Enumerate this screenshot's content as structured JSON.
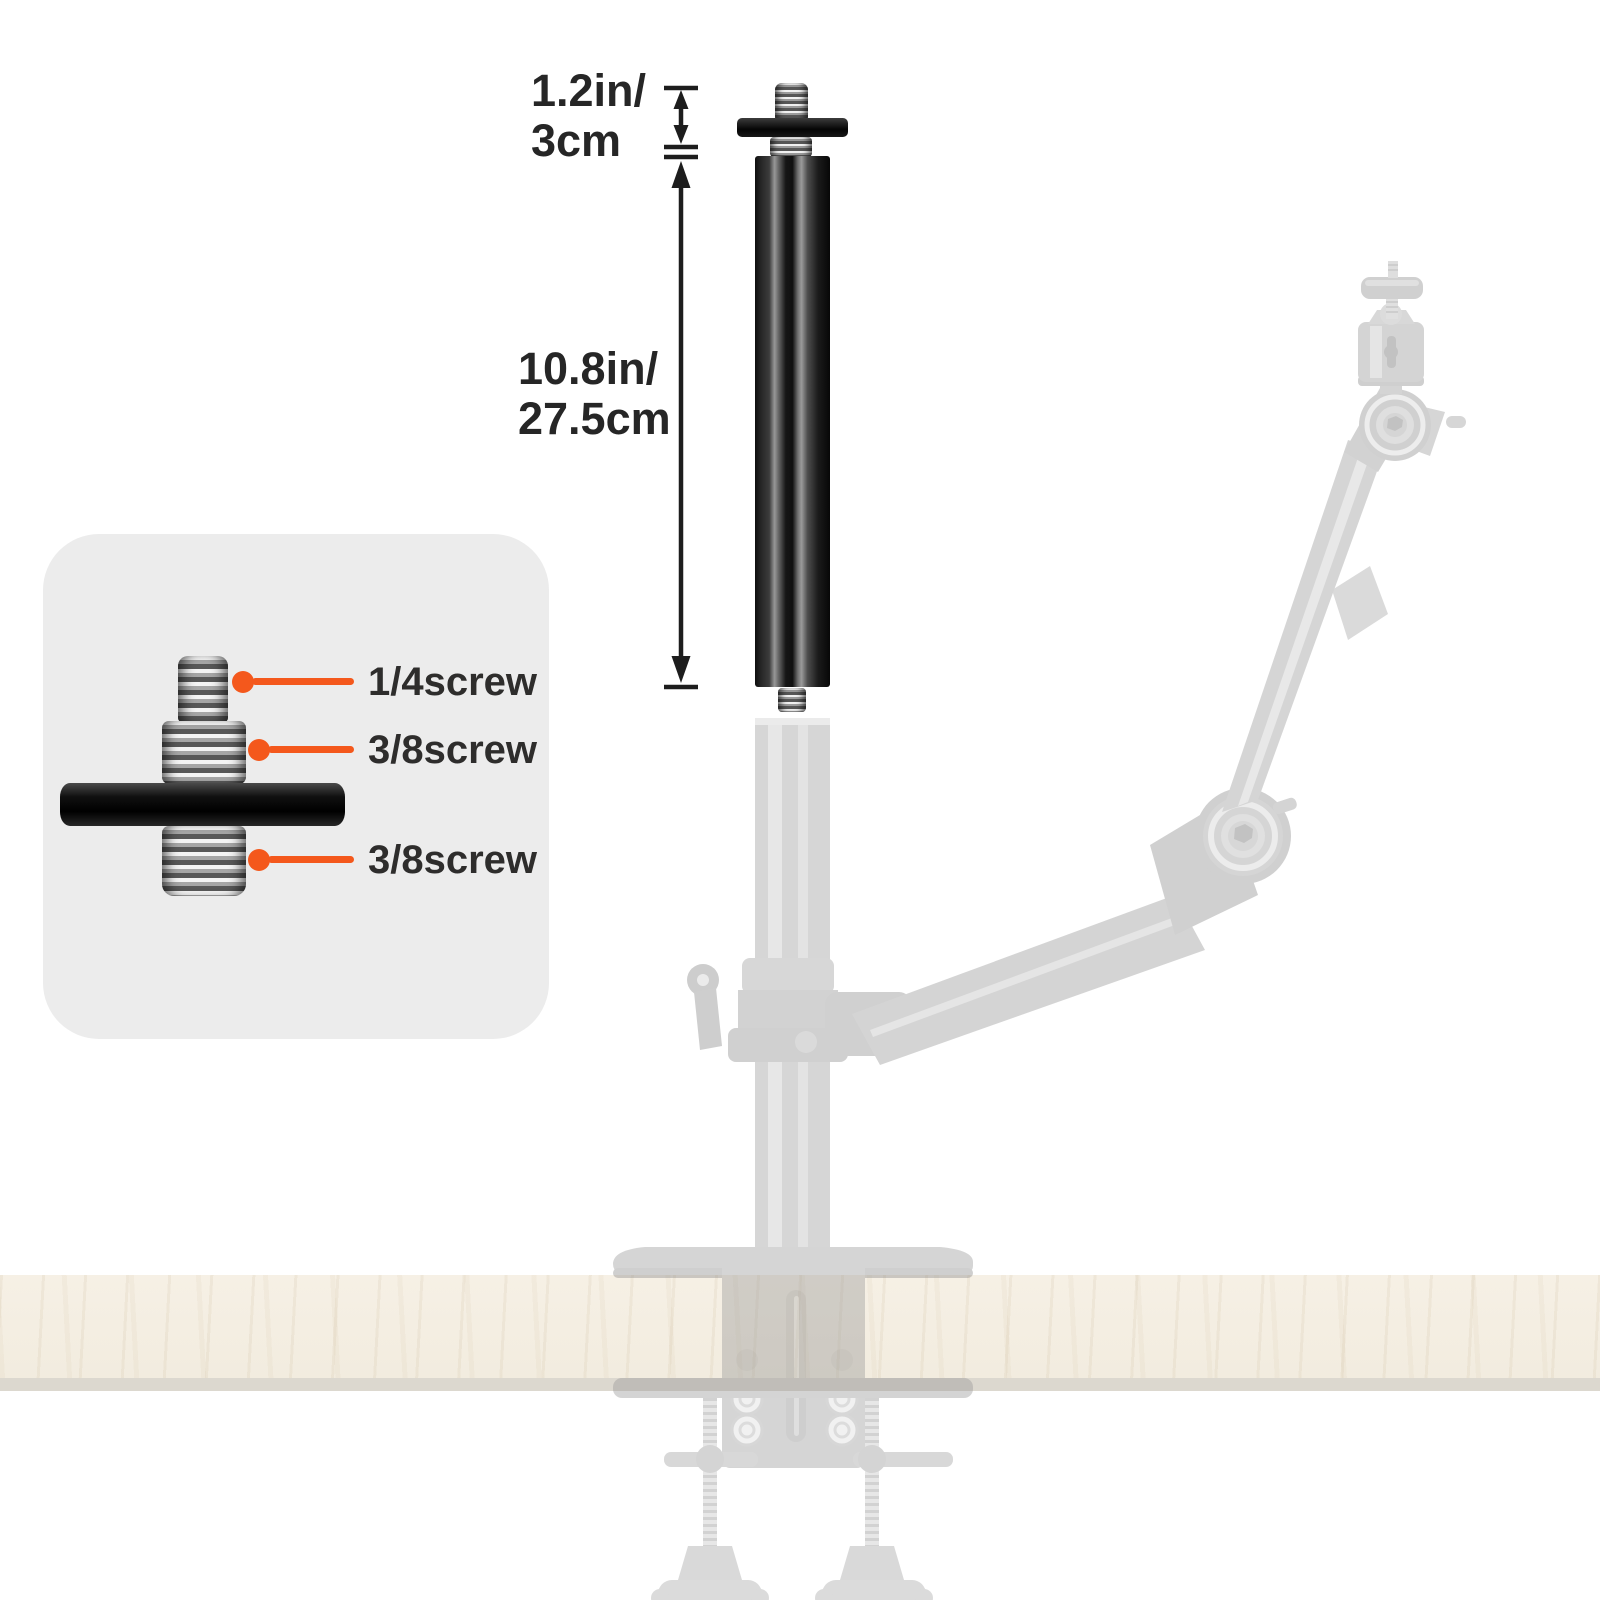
{
  "annotations": {
    "top_dimension": {
      "line1": "1.2in/",
      "line2": "3cm"
    },
    "pole_dimension": {
      "line1": "10.8in/",
      "line2": "27.5cm"
    }
  },
  "callout": {
    "labels": [
      {
        "text": "1/4screw"
      },
      {
        "text": "3/8screw"
      },
      {
        "text": "3/8screw"
      }
    ]
  },
  "colors": {
    "accent_orange": "#f4581c",
    "dimension_text": "#262626",
    "label_text": "#2e2d2c",
    "callout_bg": "#ececec",
    "desk_wood": "#f4eee2",
    "desk_edge": "#dcd8cf",
    "pole_black": "#111111",
    "ghost_gray": "#d8d8d8",
    "screw_silver": "#c9c9c9"
  }
}
